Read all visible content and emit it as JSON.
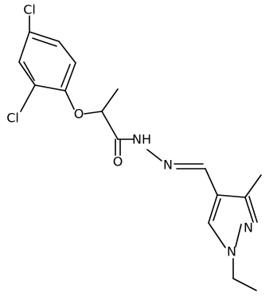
{
  "molecule": {
    "atoms": {
      "cl_top": "Cl",
      "cl_left": "Cl",
      "o_ether": "O",
      "o_carbonyl": "O",
      "nh": "NH",
      "n_hydrazone": "N",
      "n_pyrazole_2": "N",
      "n_pyrazole_1": "N"
    }
  }
}
